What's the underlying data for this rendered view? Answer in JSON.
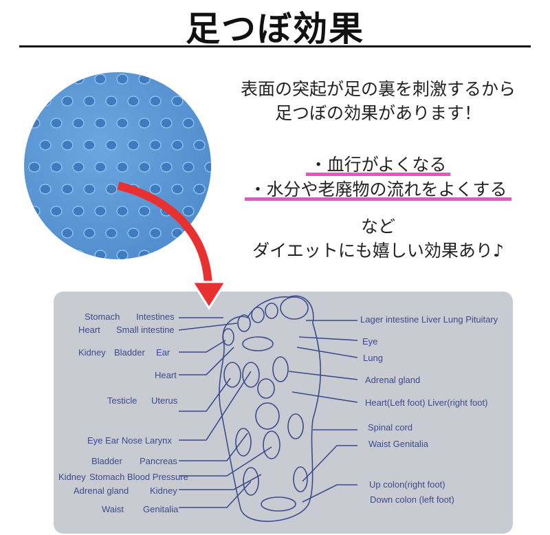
{
  "title": "足つぼ効果",
  "intro": [
    "表面の突起が足の裏を刺激するから",
    "足つぼの効果があります！"
  ],
  "benefits": [
    "・血行がよくなる",
    "・水分や老廃物の流れをよくする"
  ],
  "outro": [
    "など",
    "ダイエットにも嬉しい効果あり♪"
  ],
  "colors": {
    "highlight": "#ec4fd0",
    "arrow": "#e8312f",
    "card": "#c8ccd2",
    "ink": "#3b4a8c",
    "mat": "#4a86c8"
  },
  "chart": {
    "left": [
      "Stomach",
      "Intestines",
      "Heart",
      "Small intestine",
      "Kidney",
      "Bladder",
      "Ear",
      "Heart",
      "Testicle",
      "Uterus",
      "Eye Ear Nose Larynx",
      "Bladder",
      "Pancreas",
      "Kidney",
      "Stomach Blood Pressure",
      "Adrenal gland",
      "Kidney",
      "Waist",
      "Genitalia"
    ],
    "right": [
      "Lager intestine Liver Lung Pituitary",
      "Eye",
      "Lung",
      "Adrenal gland",
      "Heart(Left foot)  Liver(right foot)",
      "Spinal cord",
      "Waist  Genitalia",
      "Up colon(right foot)",
      "Down colon (left foot)"
    ]
  }
}
